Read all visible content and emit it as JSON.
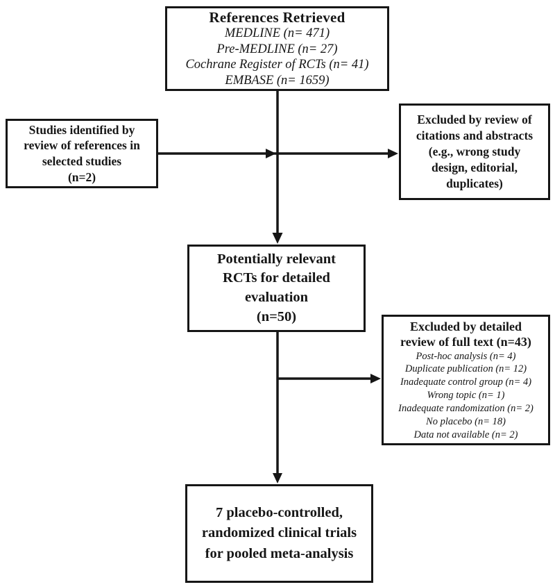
{
  "colors": {
    "ink": "#161616",
    "bg": "#ffffff"
  },
  "boxes": {
    "references_retrieved": {
      "title": "References Retrieved",
      "items": [
        "MEDLINE (n= 471)",
        "Pre-MEDLINE (n= 27)",
        "Cochrane Register of RCTs (n= 41)",
        "EMBASE (n= 1659)"
      ]
    },
    "studies_identified": {
      "lines": [
        "Studies identified by",
        "review of references in",
        "selected studies",
        "(n=2)"
      ]
    },
    "excluded_abstracts": {
      "lines": [
        "Excluded by review of",
        "citations and abstracts",
        "(e.g., wrong study",
        "design, editorial,",
        "duplicates)"
      ]
    },
    "potentially_relevant": {
      "lines": [
        "Potentially relevant",
        "RCTs for detailed",
        "evaluation",
        "(n=50)"
      ]
    },
    "excluded_fulltext": {
      "title_lines": [
        "Excluded by detailed",
        "review of full text (n=43)"
      ],
      "items": [
        "Post-hoc analysis (n= 4)",
        "Duplicate publication (n= 12)",
        "Inadequate control group (n= 4)",
        "Wrong topic (n= 1)",
        "Inadequate randomization (n= 2)",
        "No placebo (n= 18)",
        "Data not available (n= 2)"
      ]
    },
    "final_trials": {
      "lines": [
        "7 placebo-controlled,",
        "randomized clinical trials",
        "for pooled meta-analysis"
      ]
    }
  }
}
